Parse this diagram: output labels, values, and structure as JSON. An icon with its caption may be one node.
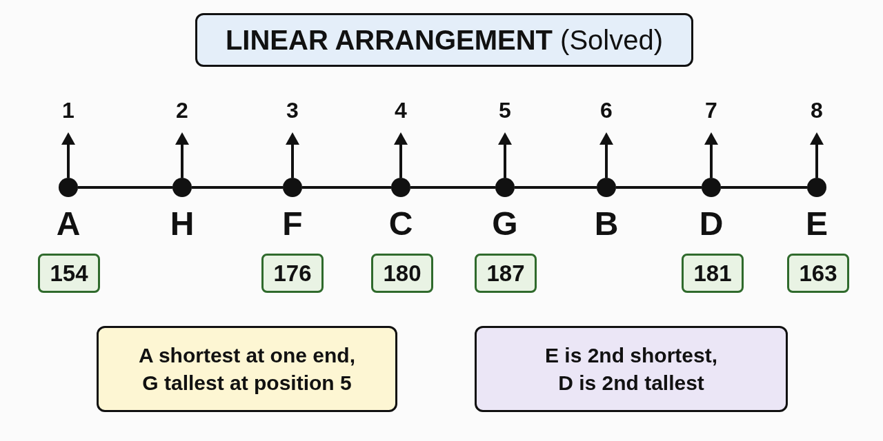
{
  "diagram": {
    "title": "**LINEAR ARRANGEMENT** (Solved)",
    "nodes": [
      {
        "text": [
          "1"
        ]
      },
      {
        "text": [
          "2"
        ]
      },
      {
        "text": [
          "3"
        ]
      },
      {
        "text": [
          "4"
        ]
      },
      {
        "text": [
          "5"
        ]
      },
      {
        "text": [
          "6"
        ]
      },
      {
        "text": [
          "7"
        ]
      },
      {
        "text": [
          "8"
        ]
      },
      {
        "text": [],
        "shape": "circle",
        "beside": [
          "A"
        ]
      },
      {
        "text": [],
        "shape": "circle",
        "beside": [
          "H"
        ]
      },
      {
        "text": [],
        "shape": "circle",
        "beside": [
          "F"
        ]
      },
      {
        "text": [],
        "shape": "circle",
        "beside": [
          "C"
        ]
      },
      {
        "text": [],
        "shape": "circle",
        "beside": [
          "G"
        ]
      },
      {
        "text": [],
        "shape": "circle",
        "beside": [
          "B"
        ]
      },
      {
        "text": [],
        "shape": "circle",
        "beside": [
          "D"
        ]
      },
      {
        "text": [],
        "shape": "circle",
        "beside": [
          "E"
        ]
      },
      {
        "text": [
          "154"
        ]
      },
      {
        "text": [
          "176"
        ]
      },
      {
        "text": [
          "180"
        ]
      },
      {
        "text": [
          "187"
        ]
      },
      {
        "text": [
          "181"
        ]
      },
      {
        "text": [
          "163"
        ]
      },
      {
        "text": [
          "A shortest at one end, G tallest at position 5"
        ]
      },
      {
        "text": [
          "E is 2nd shortest, D is 2nd tallest"
        ]
      }
    ],
    "edges": [
      {
        "from": 8,
        "to": 0,
        "arrow": "to"
      },
      {
        "from": 9,
        "to": 1,
        "arrow": "to"
      },
      {
        "from": 10,
        "to": 2,
        "arrow": "to"
      },
      {
        "from": 11,
        "to": 3,
        "arrow": "to"
      },
      {
        "from": 12,
        "to": 4,
        "arrow": "to"
      },
      {
        "from": 13,
        "to": 5,
        "arrow": "to"
      },
      {
        "from": 14,
        "to": 6,
        "arrow": "to"
      },
      {
        "from": 15,
        "to": 7,
        "arrow": "to"
      },
      {
        "from": 8,
        "to": 9,
        "arrow": "none"
      },
      {
        "from": 9,
        "to": 10,
        "arrow": "none"
      },
      {
        "from": 10,
        "to": 11,
        "arrow": "none"
      },
      {
        "from": 11,
        "to": 12,
        "arrow": "none"
      },
      {
        "from": 12,
        "to": 13,
        "arrow": "none"
      },
      {
        "from": 13,
        "to": 14,
        "arrow": "none"
      },
      {
        "from": 14,
        "to": 15,
        "arrow": "none"
      }
    ]
  }
}
